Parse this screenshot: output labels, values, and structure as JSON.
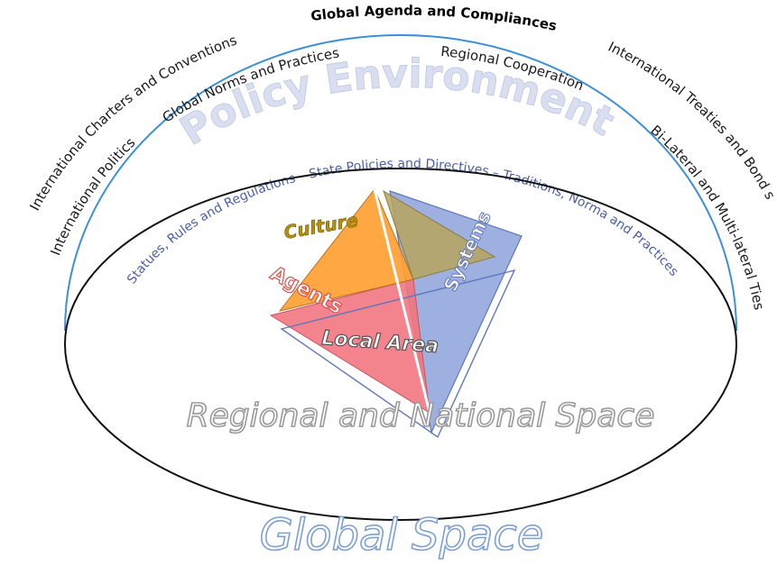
{
  "outer_arc": {
    "title": "Global Agenda and Compliances",
    "left_labels": [
      "International Politics",
      "International Charters and Conventions"
    ],
    "right_labels": [
      "International Treaties and Bond s",
      "Bi-Lateral and Multi-lateral Ties"
    ],
    "middle_labels": [
      "Global Norms and Practices",
      "Regional Cooperation"
    ]
  },
  "policy": {
    "title": "Policy Environment",
    "arc_text": "Statues, Rules and Regulations – State Policies and Directives – Traditions, Norma and Practices"
  },
  "spaces": {
    "regional": "Regional and National Space",
    "global": "Global Space"
  },
  "elements": {
    "culture": "Culture",
    "systems": "Systems",
    "agents": "Agents",
    "local": "Local Area"
  },
  "colors": {
    "arc_line": "#3d8fd8",
    "ellipse": "#111111",
    "culture_fill": "#ffa033",
    "culture_overlap": "#b8a55c",
    "systems_fill": "#8ca2da",
    "agents_fill": "#f27680",
    "inner_text": "#4a5fa8"
  }
}
